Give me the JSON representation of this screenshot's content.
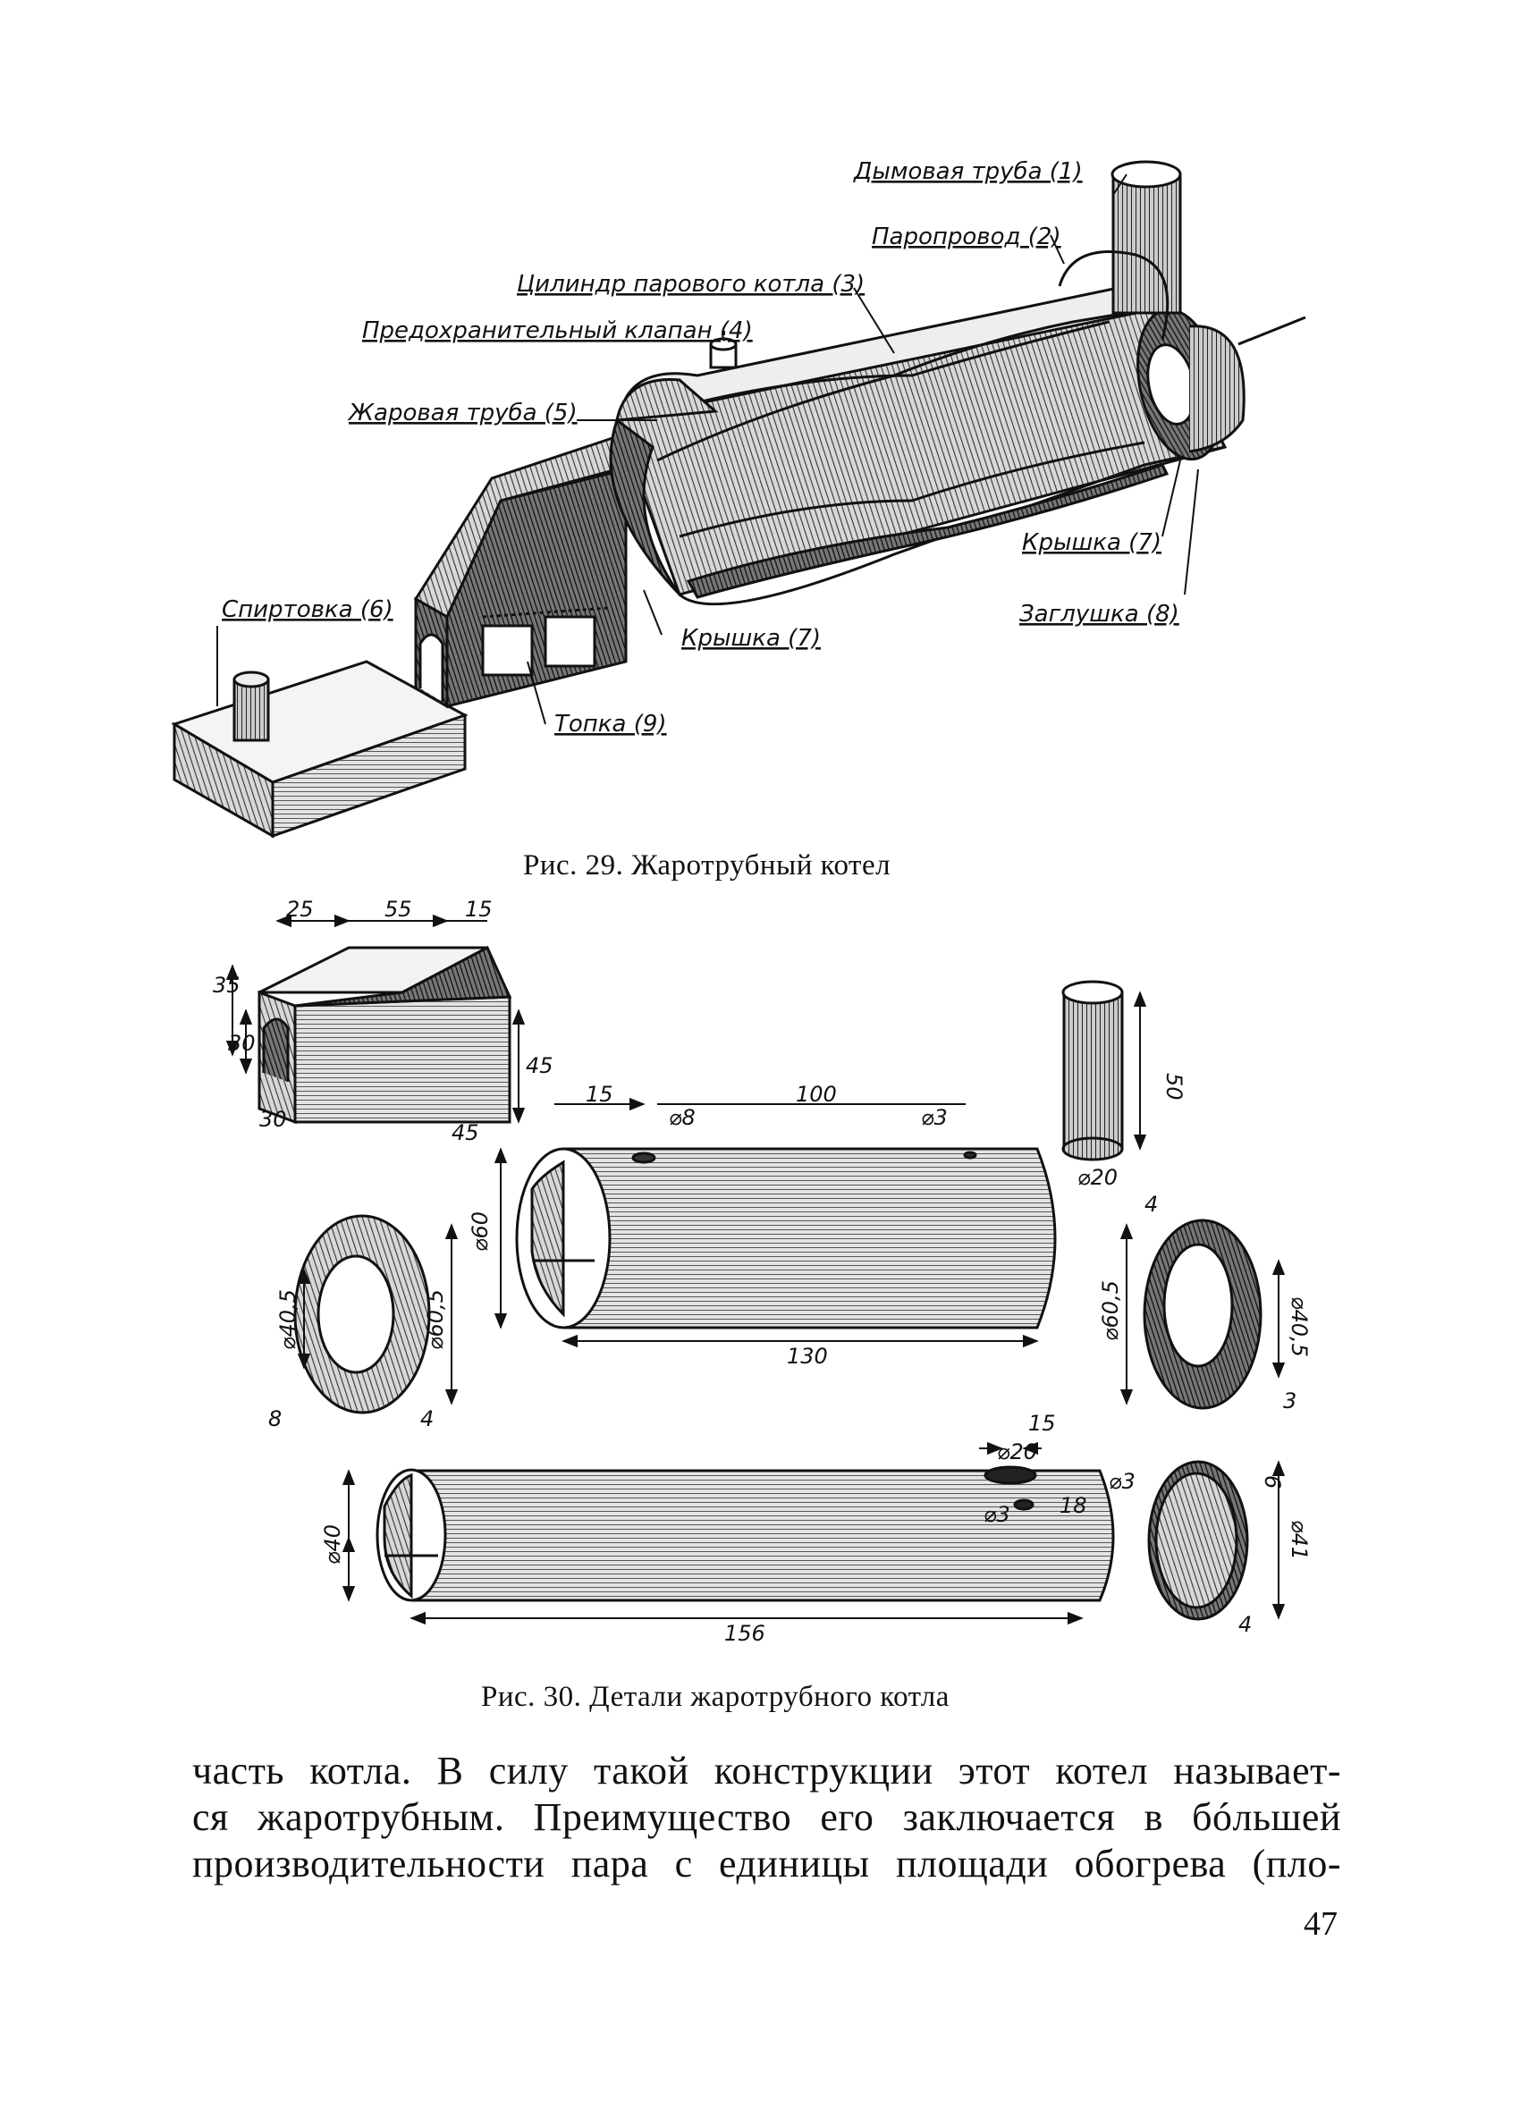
{
  "figure29": {
    "caption": "Рис. 29. Жаротрубный котел",
    "labels": {
      "smoke_pipe": "Дымовая труба (1)",
      "steam_line": "Паропровод (2)",
      "boiler_cylinder": "Цилиндр парового котла (3)",
      "safety_valve": "Предохранительный клапан (4)",
      "fire_tube": "Жаровая труба (5)",
      "spirit_lamp": "Спиртовка (6)",
      "lid_right": "Крышка (7)",
      "plug": "Заглушка (8)",
      "lid_bottom": "Крышка (7)",
      "firebox": "Топка (9)"
    }
  },
  "figure30": {
    "caption": "Рис. 30. Детали жаротрубного котла",
    "dimensions": {
      "firebox_25": "25",
      "firebox_55": "55",
      "firebox_15": "15",
      "firebox_35": "35",
      "firebox_30a": "30",
      "firebox_45": "45",
      "firebox_30b": "30",
      "firebox_45b": "45",
      "cyl_15": "15",
      "cyl_d8": "⌀8",
      "cyl_100": "100",
      "cyl_d3": "⌀3",
      "cyl_d60": "⌀60",
      "cyl_130": "130",
      "pipe_50": "50",
      "pipe_d20": "⌀20",
      "ring_left_d405": "⌀40,5",
      "ring_left_d605": "⌀60,5",
      "ring_left_8": "8",
      "ring_left_4": "4",
      "ring_right_4": "4",
      "ring_right_d605": "⌀60,5",
      "ring_right_d405": "⌀40,5",
      "ring_right_3": "3",
      "tube_15": "15",
      "tube_d20": "⌀20",
      "tube_d3": "⌀3",
      "tube_18": "18",
      "tube_d40": "⌀40",
      "tube_156": "156",
      "cap_d3": "⌀3",
      "cap_6": "6",
      "cap_d41": "⌀41",
      "cap_4": "4"
    }
  },
  "body": {
    "line1": "часть котла. В силу такой конструкции этот котел называет-",
    "line2": "ся жаротрубным. Преимущество его заключается в бóльшей",
    "line3": "производительности пара с единицы площади обогрева (пло-"
  },
  "page_number": "47"
}
